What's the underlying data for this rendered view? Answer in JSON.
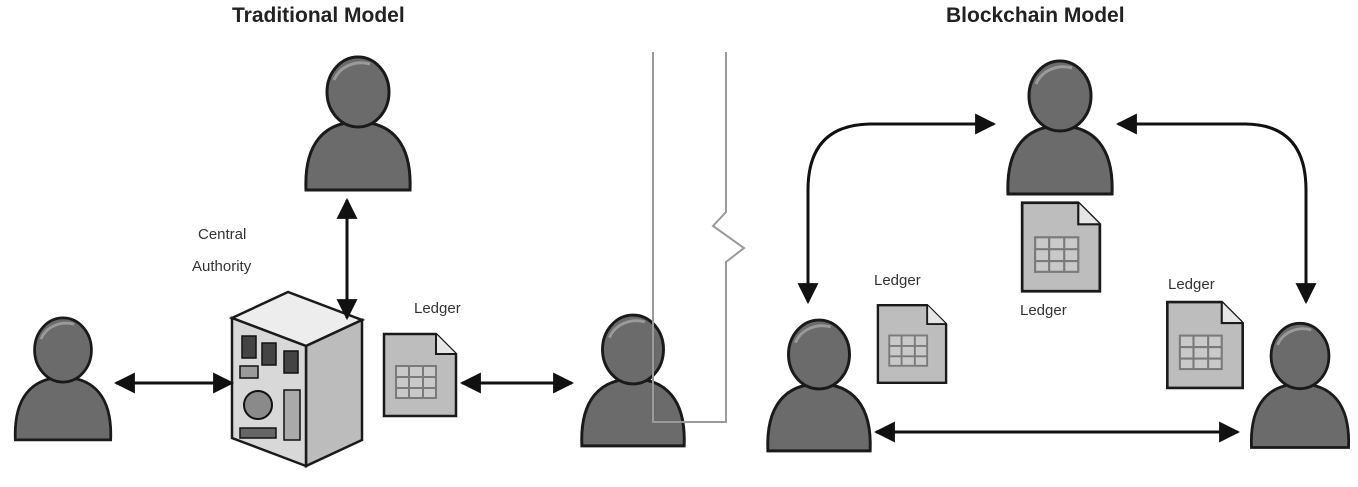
{
  "titles": {
    "traditional": "Traditional Model",
    "blockchain": "Blockchain Model"
  },
  "labels": {
    "central_authority_line1": "Central",
    "central_authority_line2": "Authority",
    "ledger": "Ledger"
  },
  "icons": {
    "person": "person-icon",
    "server": "server-icon",
    "ledger": "ledger-document-icon"
  },
  "colors": {
    "person_fill": "#6b6b6b",
    "person_stroke": "#1a1a1a",
    "ledger_fill": "#bdbdbd",
    "ledger_grid": "#7a7a7a",
    "server_fill": "#d8d8d8",
    "arrow": "#111111",
    "divider": "#9a9a9a"
  }
}
